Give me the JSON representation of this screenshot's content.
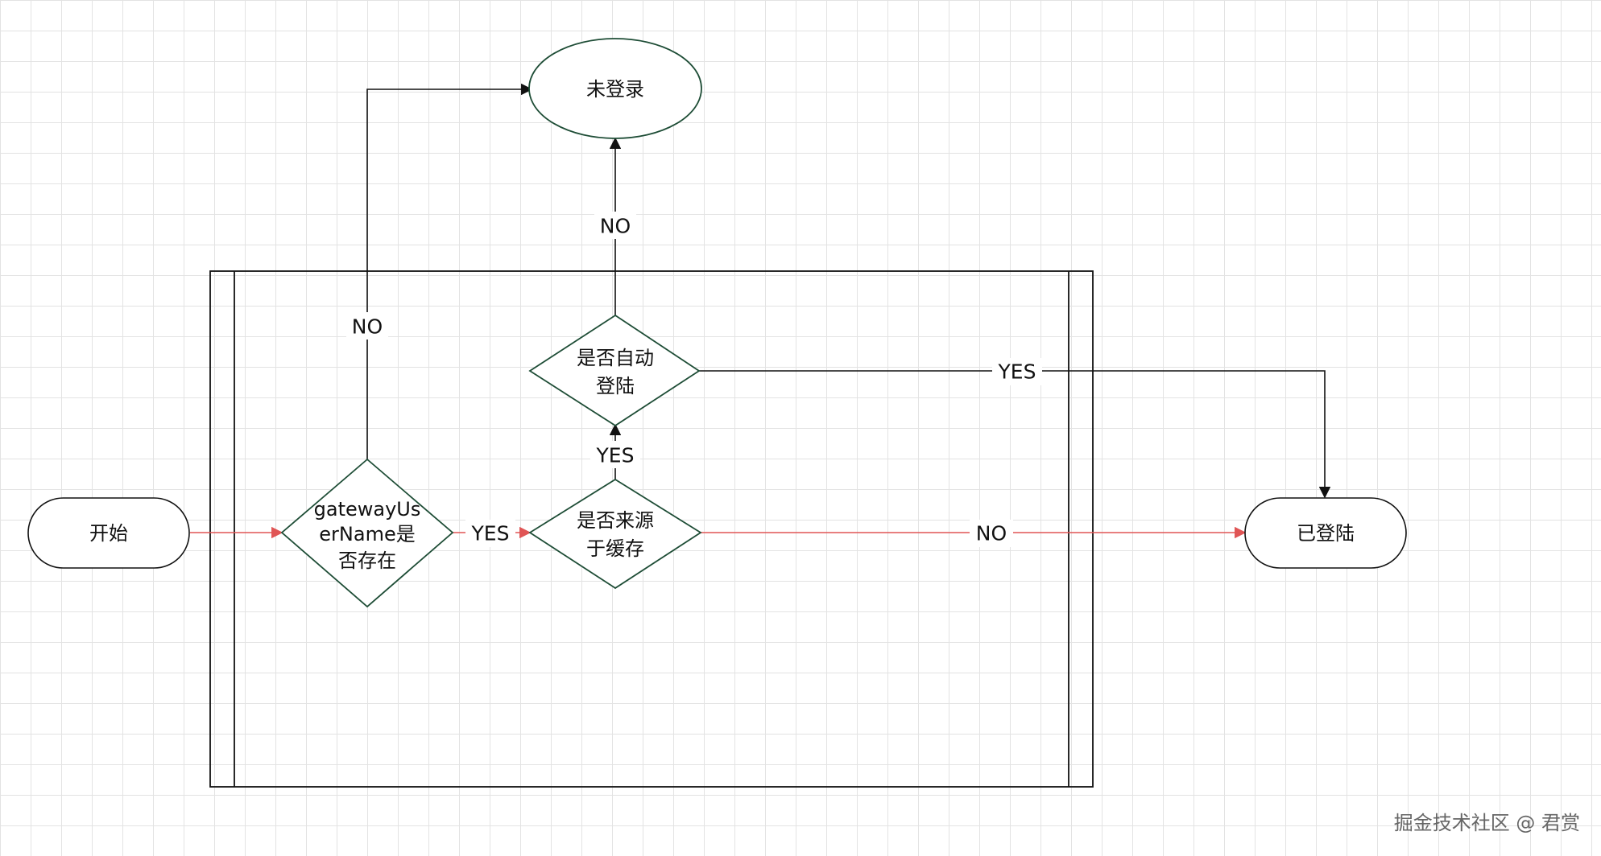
{
  "nodes": {
    "start": "开始",
    "not_logged_in": "未登录",
    "logged_in": "已登陆",
    "gateway_check": [
      "gatewayUs",
      "erName是",
      "否存在"
    ],
    "cache_check": [
      "是否来源",
      "于缓存"
    ],
    "auto_login_check": [
      "是否自动",
      "登陆"
    ]
  },
  "edges": {
    "gateway_no": "NO",
    "gateway_yes": "YES",
    "cache_yes": "YES",
    "cache_no": "NO",
    "auto_no": "NO",
    "auto_yes": "YES"
  },
  "colors": {
    "stroke": "#111111",
    "decision_stroke": "#1e4d36",
    "highlight_edge": "#e05555"
  },
  "watermark": "掘金技术社区 @ 君赏"
}
